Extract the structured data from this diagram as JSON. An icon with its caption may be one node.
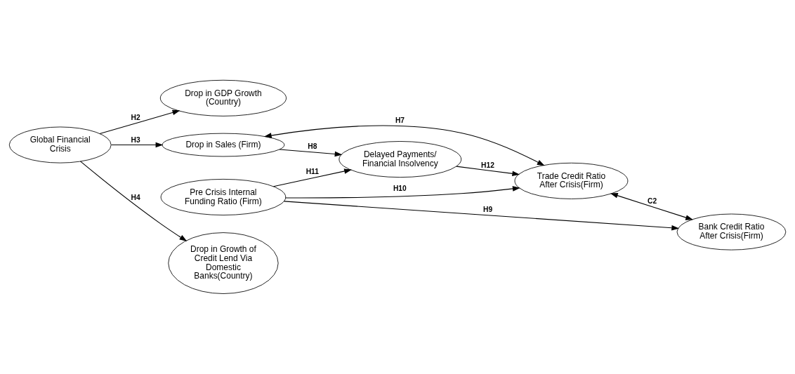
{
  "diagram": {
    "nodes": [
      {
        "text": [
          "Drop in GDP Growth (Country)"
        ]
      },
      {
        "text": [
          "Global Financial Crisis"
        ]
      },
      {
        "text": [
          "Drop in Sales (Firm)"
        ]
      },
      {
        "text": [
          "Delayed Payments/ Financial Insolvency"
        ]
      },
      {
        "text": [
          "Trade Credit Ratio After Crisis(Firm)"
        ]
      },
      {
        "text": [
          "Drop in Growth of Credit Lend Via Domestic Banks(Country)"
        ]
      },
      {
        "text": [
          "Bank Credit Ratio After Crisis(Firm)"
        ]
      },
      {
        "text": [
          "Pre Crisis Internal Funding Ratio (Firm)"
        ]
      }
    ],
    "edges": [
      {
        "from": 1,
        "to": 0,
        "arrow": "to",
        "label": "H2"
      },
      {
        "from": 1,
        "to": 2,
        "arrow": "to",
        "label": "H3"
      },
      {
        "from": 1,
        "to": 5,
        "arrow": "to",
        "label": "H4"
      },
      {
        "from": 2,
        "to": 3,
        "arrow": "to",
        "label": "H8"
      },
      {
        "from": 2,
        "to": 4,
        "arrow": "both",
        "label": "H7"
      },
      {
        "from": 3,
        "to": 4,
        "arrow": "to",
        "label": "H12"
      },
      {
        "from": 7,
        "to": 3,
        "arrow": "to",
        "label": "H11"
      },
      {
        "from": 7,
        "to": 4,
        "arrow": "to",
        "label": "H10"
      },
      {
        "from": 4,
        "to": 6,
        "arrow": "both",
        "label": "C2"
      },
      {
        "from": 7,
        "to": 6,
        "arrow": "to",
        "label": "H9"
      }
    ]
  }
}
